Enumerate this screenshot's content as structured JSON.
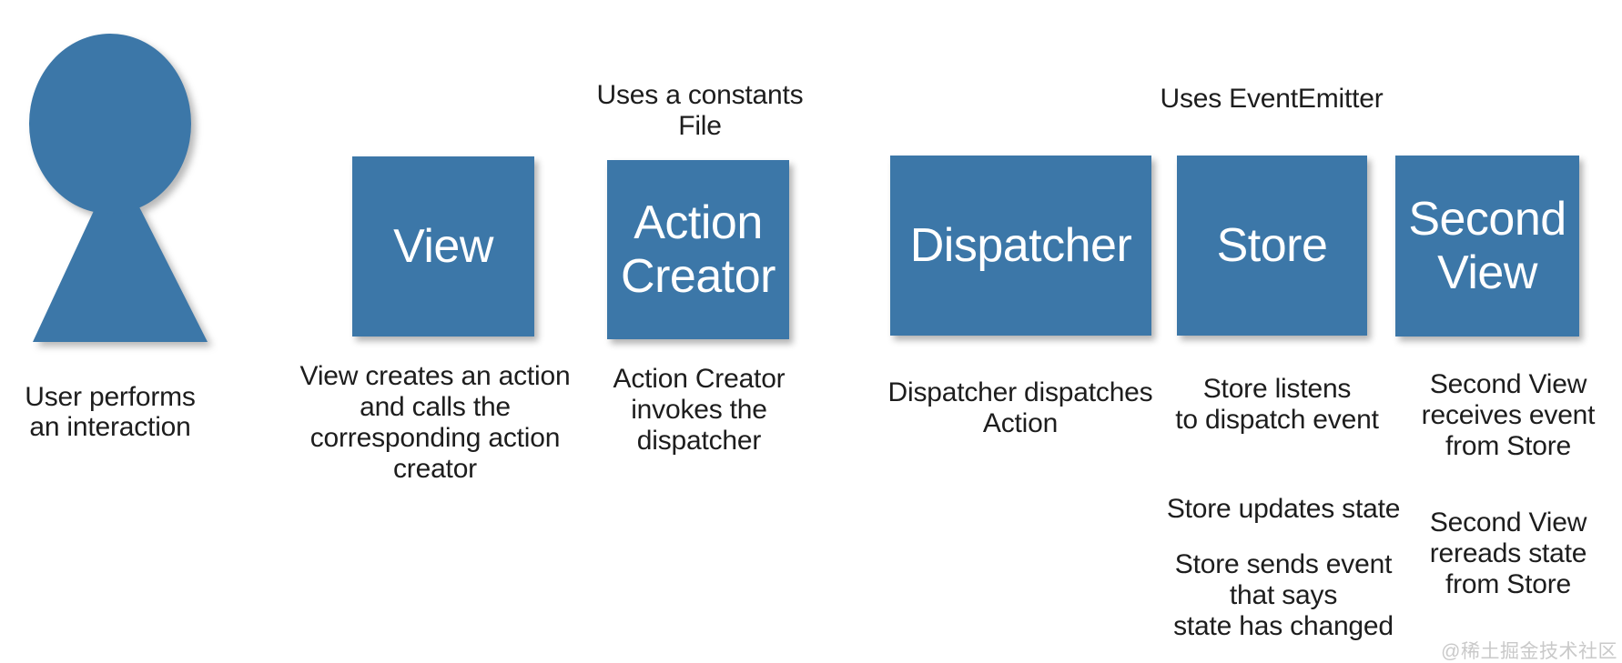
{
  "colors": {
    "shape_blue": "#3c77a8",
    "caption_dark": "#1d1d1d",
    "label_white": "#ffffff",
    "watermark_gray": "#c9c9c9"
  },
  "person": {
    "caption": "User performs\nan interaction"
  },
  "nodes": {
    "view": {
      "label": "View",
      "caption": "View creates an action\nand calls the\ncorresponding action\ncreator"
    },
    "action_creator": {
      "note_above": "Uses a constants\nFile",
      "label": "Action\nCreator",
      "caption": "Action Creator\ninvokes the\ndispatcher"
    },
    "dispatcher": {
      "label": "Dispatcher",
      "caption": "Dispatcher dispatches\nAction"
    },
    "store": {
      "note_above": "Uses EventEmitter",
      "label": "Store",
      "caption": "Store listens\nto dispatch event",
      "caption2": "Store updates state",
      "caption3": "Store sends event\nthat says\nstate has changed"
    },
    "second_view": {
      "label": "Second\nView",
      "caption": "Second View\nreceives event\nfrom Store",
      "caption2": "Second View\nrereads state\nfrom Store"
    }
  },
  "watermark": "@稀土掘金技术社区"
}
